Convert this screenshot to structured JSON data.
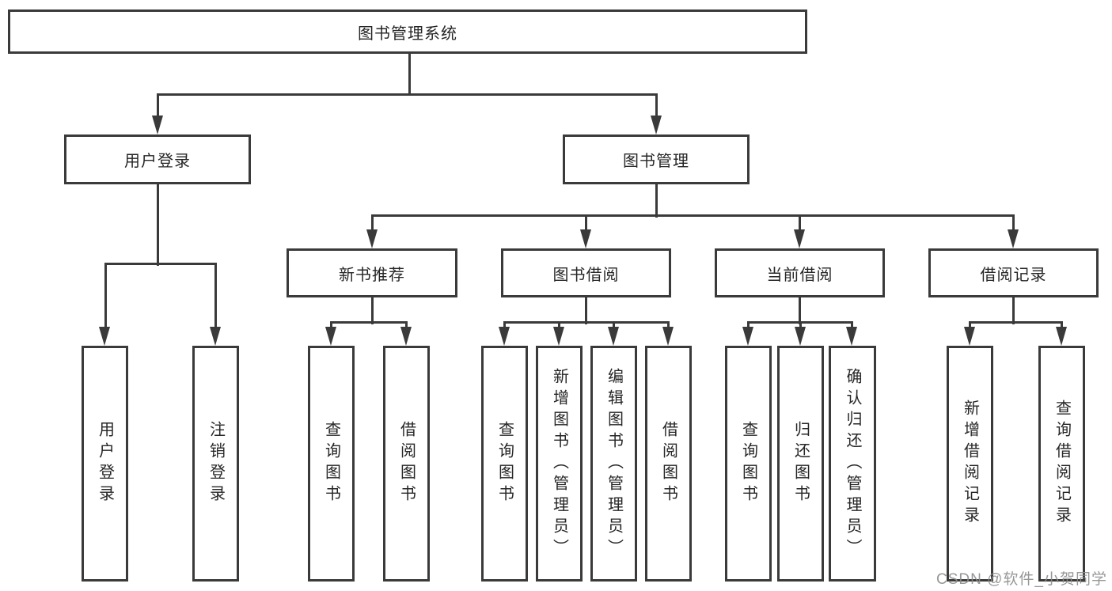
{
  "diagram": {
    "title": "图书管理系统",
    "root": {
      "label": "图书管理系统"
    },
    "branches": [
      {
        "label": "用户登录",
        "children": [
          {
            "label": "用户登录"
          },
          {
            "label": "注销登录"
          }
        ]
      },
      {
        "label": "图书管理",
        "children": [
          {
            "label": "新书推荐",
            "children": [
              {
                "label": "查询图书"
              },
              {
                "label": "借阅图书"
              }
            ]
          },
          {
            "label": "图书借阅",
            "children": [
              {
                "label": "查询图书"
              },
              {
                "label": "新增图书（管理员）"
              },
              {
                "label": "编辑图书（管理员）"
              },
              {
                "label": "借阅图书"
              }
            ]
          },
          {
            "label": "当前借阅",
            "children": [
              {
                "label": "查询图书"
              },
              {
                "label": "归还图书"
              },
              {
                "label": "确认归还（管理员）"
              }
            ]
          },
          {
            "label": "借阅记录",
            "children": [
              {
                "label": "新增借阅记录"
              },
              {
                "label": "查询借阅记录"
              }
            ]
          }
        ]
      }
    ]
  },
  "watermark": {
    "text": "CSDN @软件_小贺同学"
  },
  "colors": {
    "background": "#ffffff",
    "line": "#3a3a3a",
    "box_border": "#3a3a3a",
    "text": "#262626",
    "watermark": "#8c8c8c"
  }
}
